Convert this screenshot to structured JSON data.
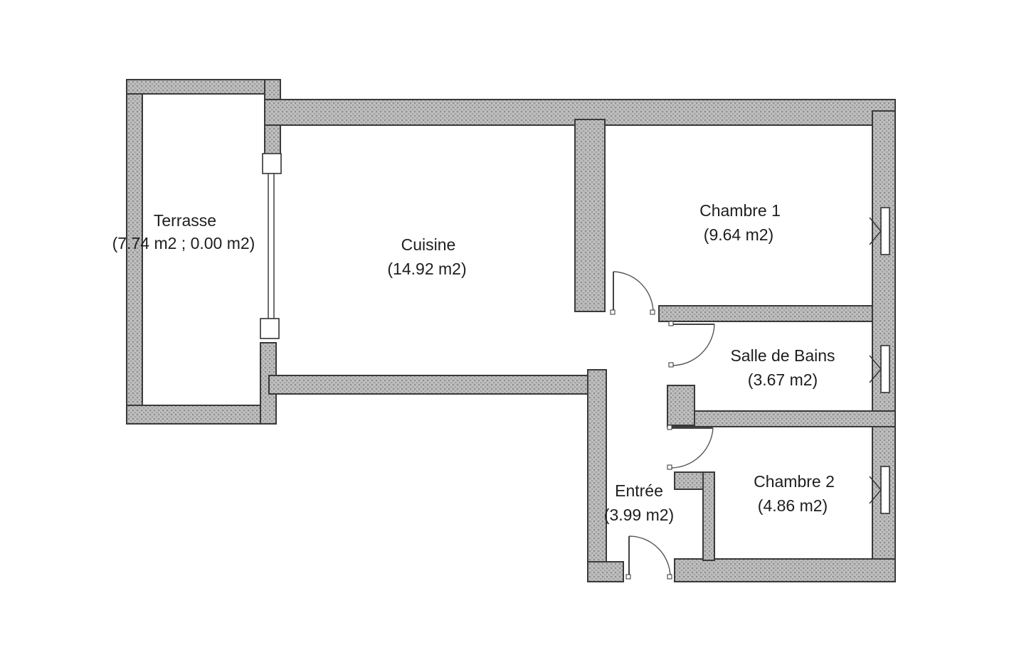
{
  "plan": {
    "rooms": [
      {
        "id": "terrasse",
        "name": "Terrasse",
        "area": "(7.74 m2 ; 0.00 m2)"
      },
      {
        "id": "cuisine",
        "name": "Cuisine",
        "area": "(14.92 m2)"
      },
      {
        "id": "chambre1",
        "name": "Chambre 1",
        "area": "(9.64 m2)"
      },
      {
        "id": "sdb",
        "name": "Salle de Bains",
        "area": "(3.67 m2)"
      },
      {
        "id": "chambre2",
        "name": "Chambre 2",
        "area": "(4.86 m2)"
      },
      {
        "id": "entree",
        "name": "Entrée",
        "area": "(3.99 m2)"
      }
    ]
  }
}
